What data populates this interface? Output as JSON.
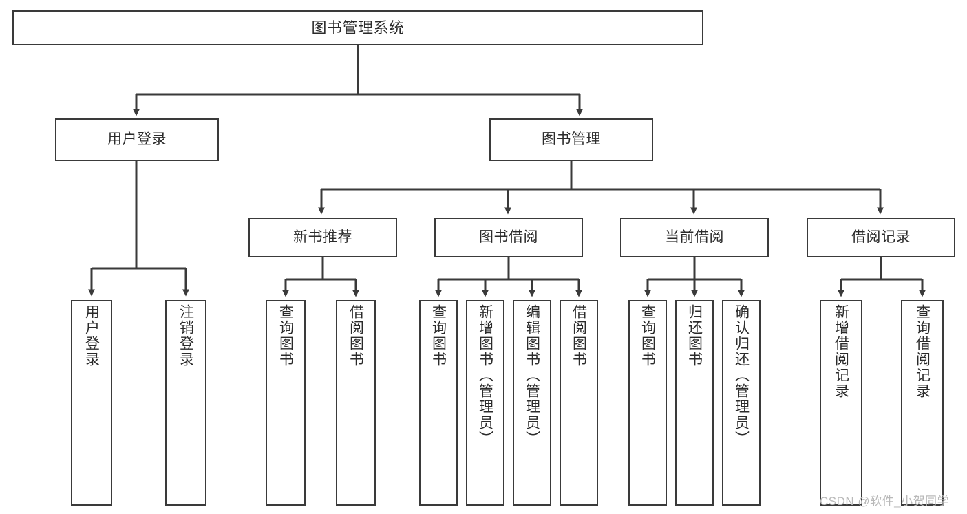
{
  "diagram": {
    "title": "图书管理系统",
    "type": "tree-structure-chart",
    "watermark": "CSDN @软件_小贺同学",
    "colors": {
      "node_border": "#3a3a3a",
      "node_fill": "#ffffff",
      "edge": "#3a3a3a",
      "text": "#2b2b2b",
      "watermark": "#b9b9b9",
      "background": "#ffffff"
    },
    "nodes": {
      "root": {
        "label": "图书管理系统"
      },
      "level2": [
        {
          "id": "user-login",
          "label": "用户登录"
        },
        {
          "id": "book-manage",
          "label": "图书管理"
        }
      ],
      "level3": [
        {
          "id": "new-book-recommend",
          "label": "新书推荐"
        },
        {
          "id": "book-borrow",
          "label": "图书借阅"
        },
        {
          "id": "current-borrow",
          "label": "当前借阅"
        },
        {
          "id": "borrow-record",
          "label": "借阅记录"
        }
      ],
      "leaves": {
        "user_login": [
          {
            "id": "leaf-user-login",
            "label": "用户登录"
          },
          {
            "id": "leaf-logout-login",
            "label": "注销登录"
          }
        ],
        "new_book_recommend": [
          {
            "id": "leaf-query-book-1",
            "label": "查询图书"
          },
          {
            "id": "leaf-borrow-book-1",
            "label": "借阅图书"
          }
        ],
        "book_borrow": [
          {
            "id": "leaf-query-book-2",
            "label": "查询图书"
          },
          {
            "id": "leaf-add-book",
            "label": "新增图书（管理员）"
          },
          {
            "id": "leaf-edit-book",
            "label": "编辑图书（管理员）"
          },
          {
            "id": "leaf-borrow-book-2",
            "label": "借阅图书"
          }
        ],
        "current_borrow": [
          {
            "id": "leaf-query-book-3",
            "label": "查询图书"
          },
          {
            "id": "leaf-return-book",
            "label": "归还图书"
          },
          {
            "id": "leaf-confirm-return",
            "label": "确认归还（管理员）"
          }
        ],
        "borrow_record": [
          {
            "id": "leaf-add-record",
            "label": "新增借阅记录"
          },
          {
            "id": "leaf-query-record",
            "label": "查询借阅记录"
          }
        ]
      }
    }
  }
}
